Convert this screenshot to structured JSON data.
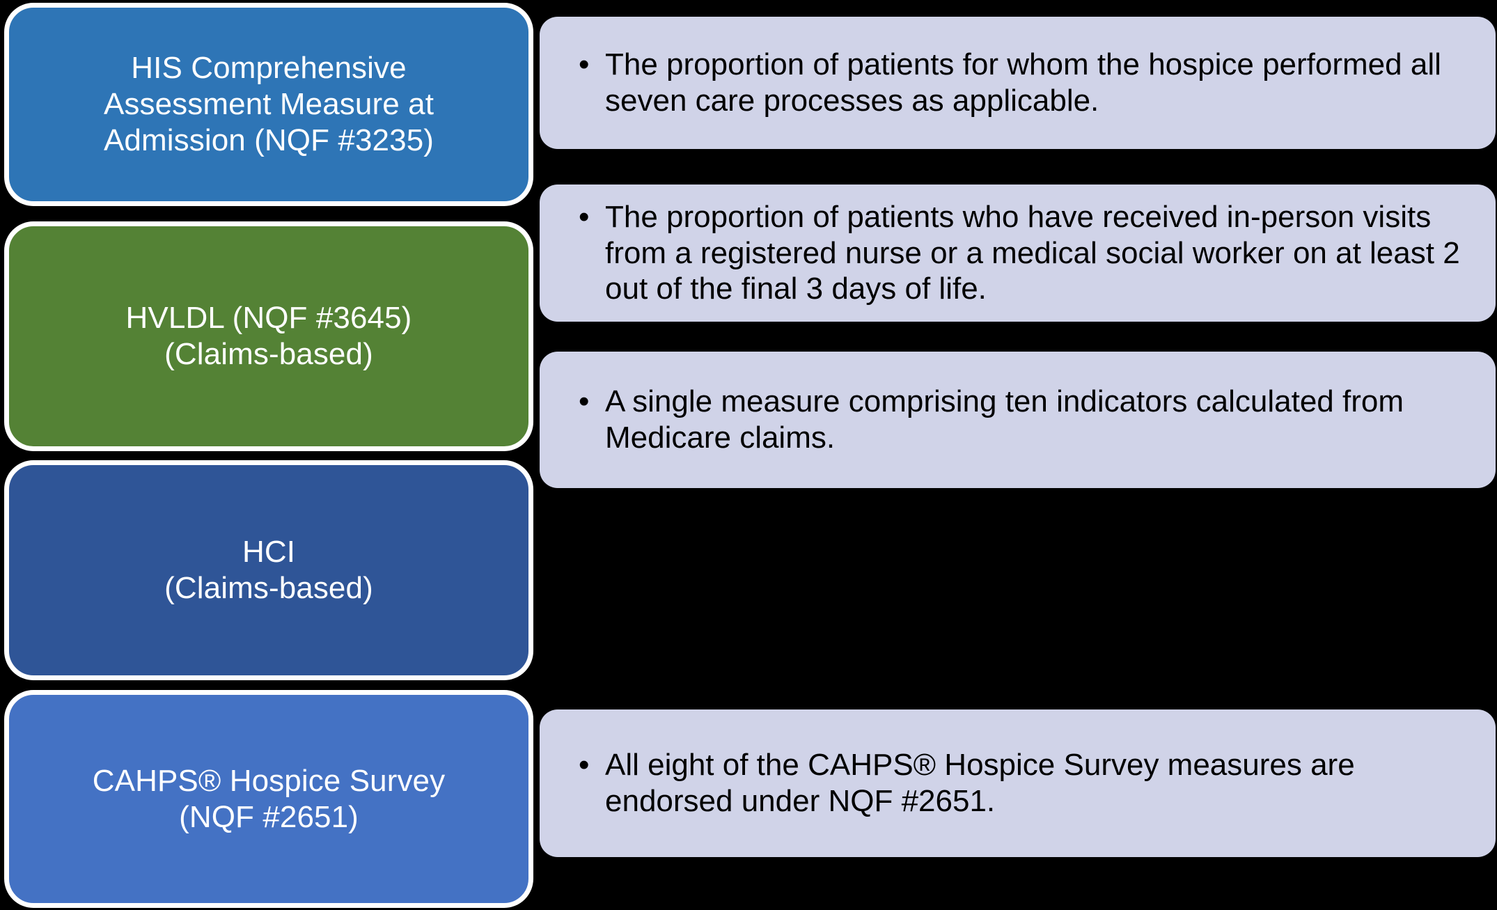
{
  "diagram": {
    "background_color": "#000000",
    "panel_color": "#d0d3e8",
    "card_border_color": "#ffffff",
    "rows": [
      {
        "id": "his-comprehensive-assessment",
        "card_label": "HIS Comprehensive\nAssessment Measure at\nAdmission (NQF #3235)",
        "card_color": "#2e75b6",
        "bullet": "•",
        "description": "The proportion of patients for whom the hospice performed all seven care processes as applicable."
      },
      {
        "id": "hvldl",
        "card_label": "HVLDL (NQF #3645)\n(Claims-based)",
        "card_color": "#548235",
        "bullet": "•",
        "description": "The proportion of patients who have received in-person visits from a registered nurse or a medical social worker on at least 2 out of the final 3 days of life."
      },
      {
        "id": "hci",
        "card_label": "HCI\n(Claims-based)",
        "card_color": "#2f5597",
        "bullet": "•",
        "description": "A single measure comprising ten indicators calculated from Medicare claims."
      },
      {
        "id": "cahps-hospice-survey",
        "card_label": "CAHPS® Hospice Survey\n(NQF #2651)",
        "card_color": "#4472c4",
        "bullet": "•",
        "description": "All eight of the CAHPS® Hospice Survey measures are endorsed under NQF #2651."
      }
    ]
  }
}
